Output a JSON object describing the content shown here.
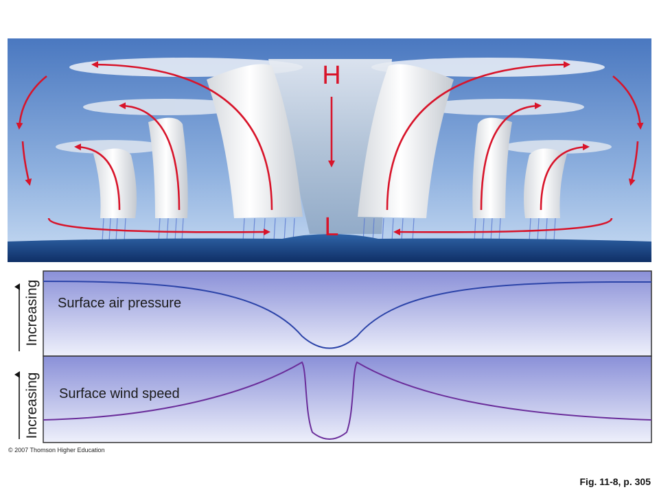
{
  "diagram": {
    "high_label": "H",
    "low_label": "L"
  },
  "graphs": {
    "pressure": {
      "label": "Surface air pressure",
      "axis_label": "Increasing",
      "line_color": "#2b43a8"
    },
    "wind": {
      "label": "Surface wind speed",
      "axis_label": "Increasing",
      "line_color": "#6a2d9a"
    }
  },
  "colors": {
    "arrow": "#d8142a",
    "sky_top": "#4a78c0",
    "sea": "#1e4a8a",
    "panel_top": "#8a90d8",
    "panel_bottom": "#eef0fb"
  },
  "copyright": "© 2007 Thomson Higher Education",
  "caption": "Fig. 11-8, p. 305"
}
